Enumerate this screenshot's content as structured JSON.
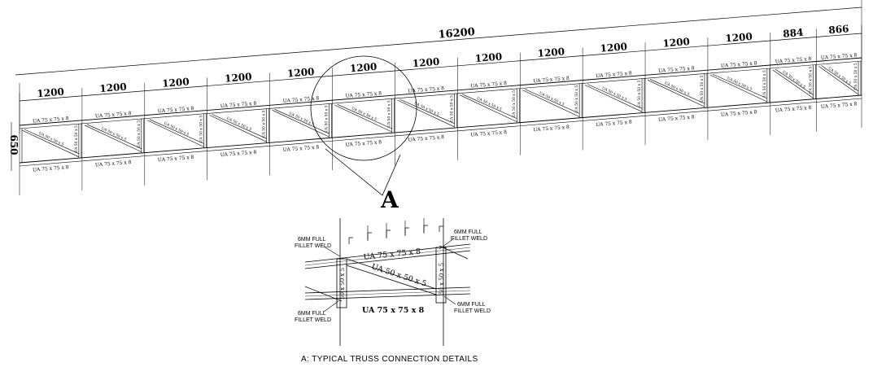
{
  "truss": {
    "overall_dim": "16200",
    "depth_dim": "650",
    "panels": [
      {
        "dim": "1200",
        "top": "UA 75 x 75 x 8",
        "bottom": "UA 75 x 75 x 8",
        "diag": "UA 50 x 50 x 5",
        "vert": "UA 50 x 50 x 5"
      },
      {
        "dim": "1200",
        "top": "UA 75 x 75 x 8",
        "bottom": "UA 75 x 75 x 8",
        "diag": "UA 50 x 50 x 5",
        "vert": "UA 50 x 50 x 5"
      },
      {
        "dim": "1200",
        "top": "UA 75 x 75 x 8",
        "bottom": "UA 75 x 75 x 8",
        "diag": "UA 50 x 50 x 5",
        "vert": "UA 50 x 50 x 5"
      },
      {
        "dim": "1200",
        "top": "UA 75 x 75 x 8",
        "bottom": "UA 75 x 75 x 8",
        "diag": "UA 50 x 50 x 5",
        "vert": "UA 50 x 50 x 5"
      },
      {
        "dim": "1200",
        "top": "UA 75 x 75 x 8",
        "bottom": "UA 75 x 75 x 8",
        "diag": "UA 50 x 50 x 5",
        "vert": "UA 50 x 50 x 5"
      },
      {
        "dim": "1200",
        "top": "UA 75 x 75 x 8",
        "bottom": "UA 75 x 75 x 8",
        "diag": "UA 50 x 50 x 5",
        "vert": "UA 50 x 50 x 5"
      },
      {
        "dim": "1200",
        "top": "UA 75 x 75 x 8",
        "bottom": "UA 75 x 75 x 8",
        "diag": "UA 50 x 50 x 5",
        "vert": "UA 50 x 50 x 5"
      },
      {
        "dim": "1200",
        "top": "UA 75 x 75 x 8",
        "bottom": "UA 75 x 75 x 8",
        "diag": "UA 50 x 50 x 5",
        "vert": "UA 50 x 50 x 5"
      },
      {
        "dim": "1200",
        "top": "UA 75 x 75 x 8",
        "bottom": "UA 75 x 75 x 8",
        "diag": "UA 50 x 50 x 5",
        "vert": "UA 50 x 50 x 5"
      },
      {
        "dim": "1200",
        "top": "UA 75 x 75 x 8",
        "bottom": "UA 75 x 75 x 8",
        "diag": "UA 50 x 50 x 5",
        "vert": "UA 50 x 50 x 5"
      },
      {
        "dim": "1200",
        "top": "UA 75 x 75 x 8",
        "bottom": "UA 75 x 75 x 8",
        "diag": "UA 50 x 50 x 5",
        "vert": "UA 50 x 50 x 5"
      },
      {
        "dim": "1200",
        "top": "UA 75 x 75 x 8",
        "bottom": "UA 75 x 75 x 8",
        "diag": "UA 50 x 50 x 5",
        "vert": "UA 50 x 50 x 5"
      },
      {
        "dim": "884",
        "top": "UA 75 x 75 x 8",
        "bottom": "UA 75 x 75 x 8",
        "diag": "UA 50 x 50 x 5",
        "vert": "UA 50 x 50 x 5"
      },
      {
        "dim": "866",
        "top": "UA 75 x 75 x 8",
        "bottom": "UA 75 x 75 x 8",
        "diag": "UA 50 x 50 x 5",
        "vert": "UA 50 x 50 x 5"
      }
    ]
  },
  "detail": {
    "marker": "A",
    "top_chord": "UA 75 x 75 x 8",
    "bottom_chord": "UA 75 x 75 x 8",
    "diagonal": "UA 50 x 50 x 5",
    "vertical_left": "50 x 50 x 5",
    "vertical_right": "50 x 50 x 5",
    "weld_line1": "6MM FULL",
    "weld_line2": "FILLET WELD",
    "caption": "A: TYPICAL TRUSS CONNECTION DETAILS"
  }
}
